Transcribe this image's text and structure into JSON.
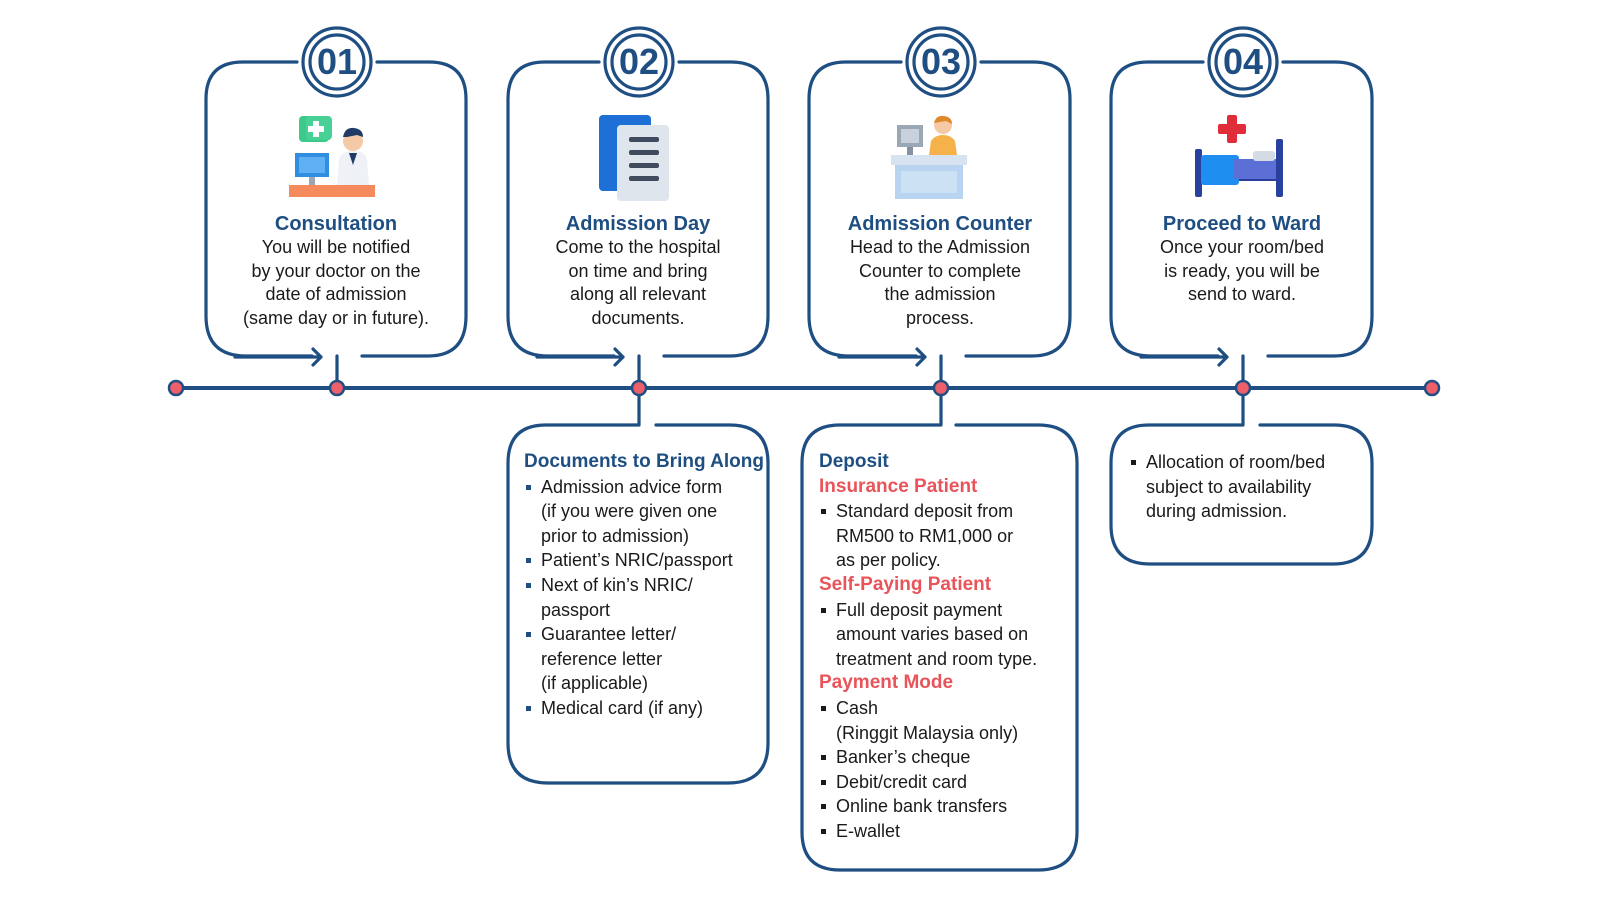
{
  "steps": [
    {
      "number": "01",
      "title": "Consultation",
      "icon": "doctor-consultation-icon",
      "description": [
        "You will be notified",
        "by your doctor on the",
        "date of admission",
        "(same day or in future)."
      ]
    },
    {
      "number": "02",
      "title": "Admission Day",
      "icon": "documents-icon",
      "description": [
        "Come to the hospital",
        "on time and bring",
        "along all relevant",
        "documents."
      ]
    },
    {
      "number": "03",
      "title": "Admission Counter",
      "icon": "reception-counter-icon",
      "description": [
        "Head to the Admission",
        "Counter to complete",
        "the admission",
        "process."
      ]
    },
    {
      "number": "04",
      "title": "Proceed to Ward",
      "icon": "hospital-bed-icon",
      "description": [
        "Once your room/bed",
        "is ready, you will be",
        "send to ward."
      ]
    }
  ],
  "documents_box": {
    "heading": "Documents to Bring Along",
    "items": [
      [
        "Admission advice form",
        "(if you were given one",
        "prior to admission)"
      ],
      [
        "Patient’s NRIC/passport"
      ],
      [
        "Next of kin’s NRIC/",
        "passport"
      ],
      [
        "Guarantee letter/",
        "reference letter",
        "(if applicable)"
      ],
      [
        "Medical card (if any)"
      ]
    ]
  },
  "deposit_box": {
    "heading": "Deposit",
    "sections": [
      {
        "title": "Insurance Patient",
        "items": [
          [
            "Standard deposit from",
            "RM500 to RM1,000 or",
            "as per policy."
          ]
        ]
      },
      {
        "title": "Self-Paying Patient",
        "items": [
          [
            "Full deposit payment",
            "amount varies based on",
            "treatment and room type."
          ]
        ]
      },
      {
        "title": "Payment Mode",
        "items": [
          [
            "Cash",
            "(Ringgit Malaysia only)"
          ],
          [
            "Banker’s cheque"
          ],
          [
            "Debit/credit card"
          ],
          [
            "Online bank transfers"
          ],
          [
            "E-wallet"
          ]
        ]
      }
    ]
  },
  "ward_box": {
    "items": [
      [
        "Allocation of room/bed",
        "subject to availability",
        "during admission."
      ]
    ]
  },
  "colors": {
    "navy": "#1f4e82",
    "accent_red": "#e8545a",
    "timeline_dot": "#ef5f6a",
    "text": "#1a1a1a"
  }
}
